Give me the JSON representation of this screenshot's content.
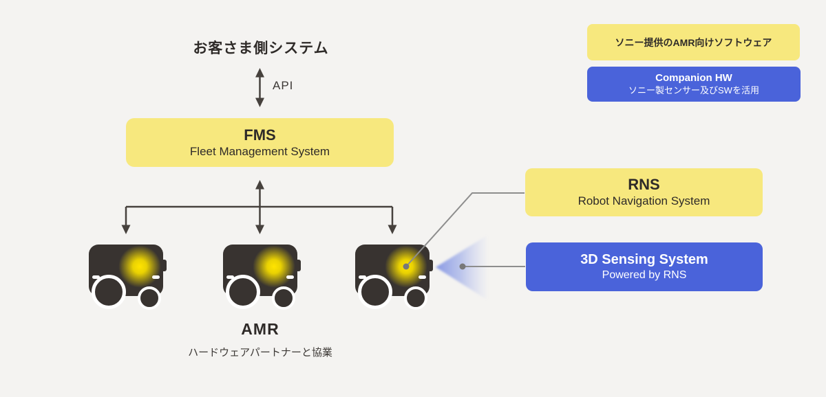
{
  "page": {
    "background": "#f4f3f1"
  },
  "header": {
    "title": "お客さま側システム",
    "api_label": "API"
  },
  "legend": {
    "software_label": "ソニー提供のAMR向けソフトウェア",
    "companion": {
      "title": "Companion HW",
      "subtitle": "ソニー製センサー及びSWを活用"
    }
  },
  "nodes": {
    "fms": {
      "title": "FMS",
      "subtitle": "Fleet Management System"
    },
    "rns": {
      "title": "RNS",
      "subtitle": "Robot Navigation System"
    },
    "sensing": {
      "title": "3D Sensing System",
      "subtitle": "Powered by RNS"
    },
    "amr": {
      "title": "AMR",
      "subtitle": "ハードウェアパートナーと協業",
      "robot_count": 3
    }
  },
  "colors": {
    "background": "#f4f3f1",
    "box_yellow": "#f7e87e",
    "box_blue": "#4a63da",
    "robot_dark": "#383330",
    "arrow_dark": "#46413d",
    "connector_gray": "#8d8d8d",
    "cone_blue": "#8fa0e7",
    "glow_yellow": "#ffe400",
    "text_dark": "#2e2a28",
    "text_white": "#ffffff"
  }
}
